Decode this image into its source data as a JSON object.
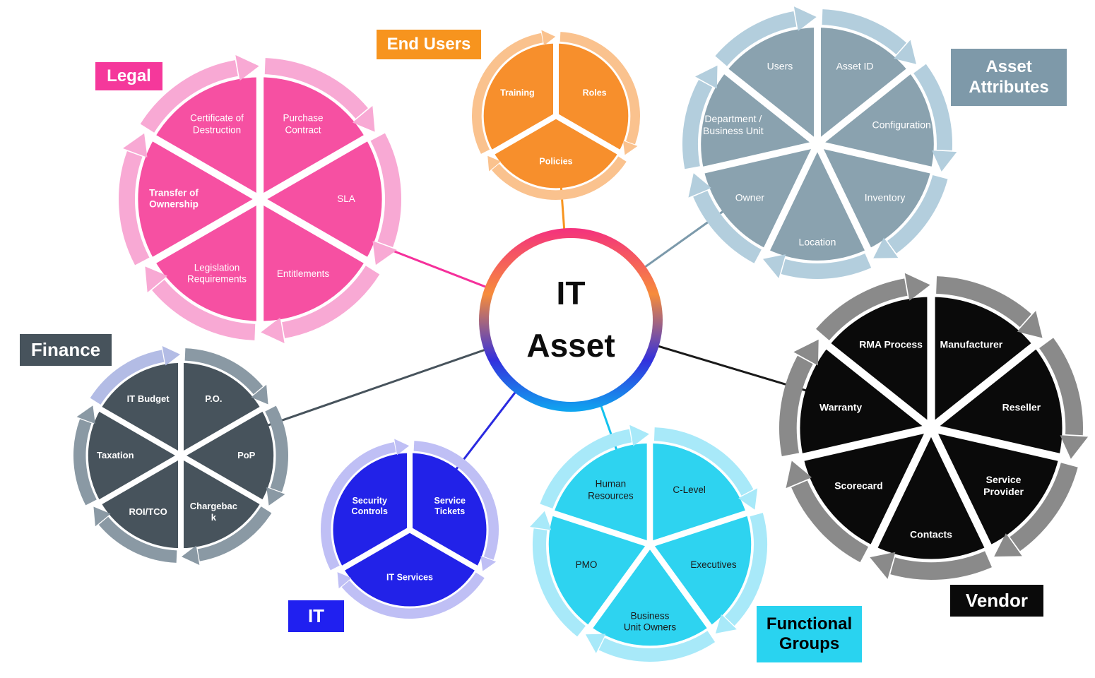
{
  "center": {
    "label": "IT\nAsset",
    "ring_gradient": [
      "#F4317E",
      "#F68C3B",
      "#3330DD",
      "#0FA7F0"
    ]
  },
  "wheels": [
    {
      "id": "legal",
      "badge": "Legal",
      "badge_bg": "#F5389B",
      "badge_fg": "#FFFFFF",
      "wedge_color": "#F650A2",
      "rim_color": "#F8A9D4",
      "text_color": "#FFFFFF",
      "line_color": "#F5309B",
      "segments": [
        {
          "label": "Purchase Contract"
        },
        {
          "label": "SLA"
        },
        {
          "label": "Entitlements"
        },
        {
          "label": "Legislation Requirements"
        },
        {
          "label": "Transfer of Ownership",
          "bold": true
        },
        {
          "label": "Certificate of Destruction"
        }
      ]
    },
    {
      "id": "end_users",
      "badge": "End Users",
      "badge_bg": "#F7941E",
      "badge_fg": "#FFFFFF",
      "wedge_color": "#F78F2C",
      "rim_color": "#FAC28E",
      "text_color": "#FFFFFF",
      "line_color": "#F7941E",
      "segments": [
        {
          "label": "Roles"
        },
        {
          "label": "Policies"
        },
        {
          "label": "Training"
        }
      ]
    },
    {
      "id": "asset_attributes",
      "badge": "Asset Attributes",
      "badge_bg": "#7E99A9",
      "badge_fg": "#FFFFFF",
      "wedge_color": "#8AA2AF",
      "rim_color": "#B3CEDD",
      "text_color": "#FFFFFF",
      "line_color": "#7C9AAB",
      "segments": [
        {
          "label": "Asset ID"
        },
        {
          "label": "Configuration"
        },
        {
          "label": "Inventory"
        },
        {
          "label": "Location"
        },
        {
          "label": "Owner"
        },
        {
          "label": "Department / Business Unit"
        },
        {
          "label": "Users"
        }
      ]
    },
    {
      "id": "finance",
      "badge": "Finance",
      "badge_bg": "#47535C",
      "badge_fg": "#FFFFFF",
      "wedge_color": "#47535C",
      "rim_color": "#8A99A4",
      "rim_overrides": {
        "5": "#B3BCE5"
      },
      "text_color": "#FFFFFF",
      "line_color": "#47535C",
      "segments": [
        {
          "label": "P.O."
        },
        {
          "label": "PoP"
        },
        {
          "label": "Chargeback"
        },
        {
          "label": "ROI/TCO"
        },
        {
          "label": "Taxation"
        },
        {
          "label": "IT Budget"
        }
      ]
    },
    {
      "id": "it",
      "badge": "IT",
      "badge_bg": "#2020F0",
      "badge_fg": "#FFFFFF",
      "wedge_color": "#2222E8",
      "rim_color": "#BFBFF5",
      "text_color": "#FFFFFF",
      "line_color": "#2A2AE0",
      "segments": [
        {
          "label": "Service Tickets"
        },
        {
          "label": "IT Services"
        },
        {
          "label": "Security Controls"
        }
      ]
    },
    {
      "id": "functional_groups",
      "badge": "Functional Groups",
      "badge_bg": "#29D3F0",
      "badge_fg": "#000000",
      "wedge_color": "#2ED3F0",
      "rim_color": "#A8E9F9",
      "text_color": "#1A1A1A",
      "line_color": "#12C2EE",
      "segments": [
        {
          "label": "C-Level"
        },
        {
          "label": "Executives"
        },
        {
          "label": "Business Unit Owners"
        },
        {
          "label": "PMO"
        },
        {
          "label": "Human Resources"
        }
      ]
    },
    {
      "id": "vendor",
      "badge": "Vendor",
      "badge_bg": "#0A0A0A",
      "badge_fg": "#FFFFFF",
      "wedge_color": "#0A0A0A",
      "rim_color": "#8A8A8A",
      "text_color": "#FFFFFF",
      "line_color": "#1A1A1A",
      "segments": [
        {
          "label": "Manufacturer"
        },
        {
          "label": "Reseller"
        },
        {
          "label": "Service Provider"
        },
        {
          "label": "Contacts"
        },
        {
          "label": "Scorecard"
        },
        {
          "label": "Warranty"
        },
        {
          "label": "RMA Process"
        }
      ]
    }
  ]
}
